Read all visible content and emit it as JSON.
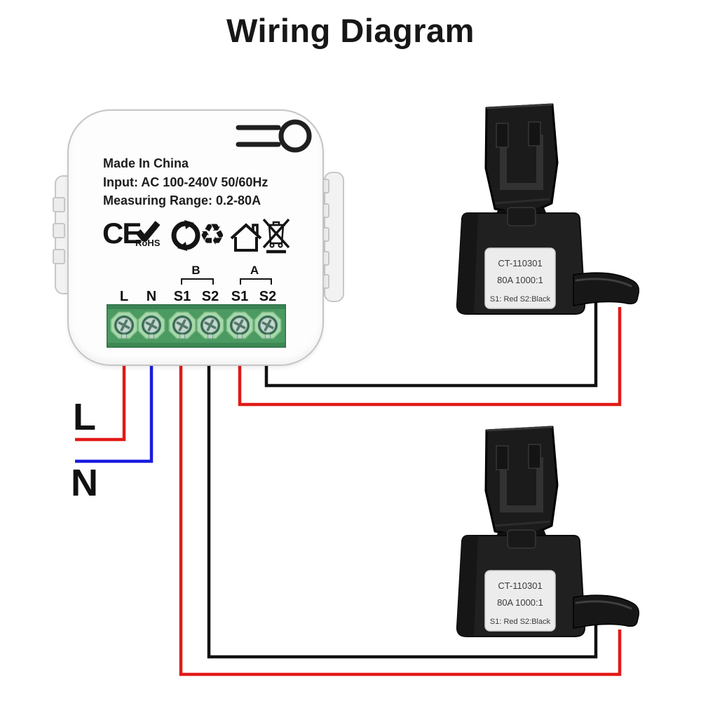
{
  "title": "Wiring Diagram",
  "device": {
    "made_in": "Made In China",
    "input": "Input: AC 100-240V 50/60Hz",
    "range": "Measuring Range: 0.2-80A",
    "ce_mark": "CE",
    "rohs_mark": "RoHS",
    "recycle_glyph": "♻",
    "group_b_label": "B",
    "group_a_label": "A",
    "terminals": [
      "L",
      "N",
      "S1",
      "S2",
      "S1",
      "S2"
    ]
  },
  "ct_clamp": {
    "model": "CT-110301",
    "rating": "80A 1000:1",
    "wire_key": "S1: Red  S2:Black"
  },
  "mains": {
    "live_label": "L",
    "neutral_label": "N"
  },
  "colors": {
    "wire_live_red": "#e11a17",
    "wire_neutral_blue": "#1b1bdf",
    "wire_signal_red": "#e11a17",
    "wire_signal_black": "#121212",
    "terminal_block_green": "#4a9a62"
  }
}
